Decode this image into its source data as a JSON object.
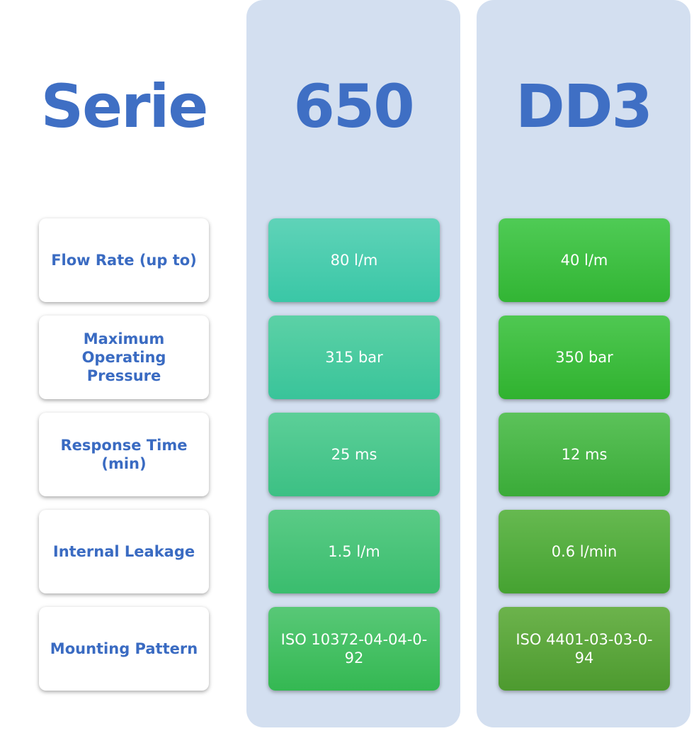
{
  "headings": {
    "serie": "Serie",
    "col_650": "650",
    "col_dd3": "DD3"
  },
  "rows": [
    {
      "label": "Flow Rate (up to)",
      "v650": "80 l/m",
      "vdd3": "40 l/m"
    },
    {
      "label": "Maximum Operating Pressure",
      "v650": "315 bar",
      "vdd3": "350 bar"
    },
    {
      "label": "Response Time (min)",
      "v650": "25 ms",
      "vdd3": "12 ms"
    },
    {
      "label": "Internal Leakage",
      "v650": "1.5 l/m",
      "vdd3": "0.6 l/min"
    },
    {
      "label": "Mounting Pattern",
      "v650": "ISO 10372-04-04-0-92",
      "vdd3": "ISO 4401-03-03-0-94"
    }
  ],
  "colors": {
    "heading": "#3f6fc4",
    "label_text": "#3a6bc2",
    "column_bg": "#d3dff0",
    "teal_green": "#3ac7a6",
    "green": "#32b534",
    "olive_green": "#4d9a2f"
  }
}
